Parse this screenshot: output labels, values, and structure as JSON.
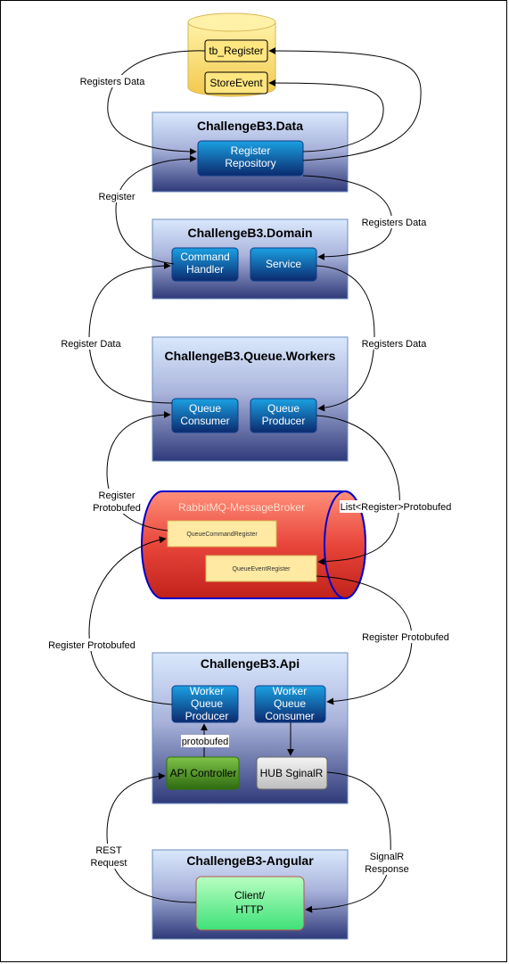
{
  "database": {
    "tables": [
      "tb_Register",
      "StoreEvent"
    ]
  },
  "layers": {
    "data": {
      "title": "ChallengeB3.Data",
      "components": [
        "Register\nRepository"
      ]
    },
    "domain": {
      "title": "ChallengeB3.Domain",
      "components": [
        "Command\nHandler",
        "Service"
      ]
    },
    "workers": {
      "title": "ChallengeB3.Queue.Workers",
      "components": [
        "Queue\nConsumer",
        "Queue\nProducer"
      ]
    },
    "broker": {
      "title": "RabbitMQ-MessageBroker",
      "queues": [
        "QueueCommandRegister",
        "QueueEventRegister"
      ]
    },
    "api": {
      "title": "ChallengeB3.Api",
      "components": [
        "Worker\nQueue\nProducer",
        "Worker\nQueue\nConsumer",
        "API Controller",
        "HUB SginalR"
      ]
    },
    "angular": {
      "title": "ChallengeB3-Angular",
      "components": [
        "Client/\nHTTP"
      ]
    }
  },
  "edge_labels": [
    "Registers Data",
    "Register",
    "Registers Data",
    "Register Data",
    "Registers Data",
    "Register\nProtobufed",
    "List<Register>Protobufed",
    "Register Protobufed",
    "Register Protobufed",
    "protobufed",
    "REST\nRequest",
    "SignalR\nResponse"
  ],
  "colors": {
    "layer_top": "#dae8fc",
    "layer_bottom": "#2f3a7a",
    "button_top": "#1ba1e2",
    "button_bottom": "#0b2a6e",
    "database": "#ffe680",
    "broker": "#e8453a",
    "queue_box": "#ffe9a3",
    "controller": "#4d9e1f",
    "client": "#7dff9a"
  }
}
